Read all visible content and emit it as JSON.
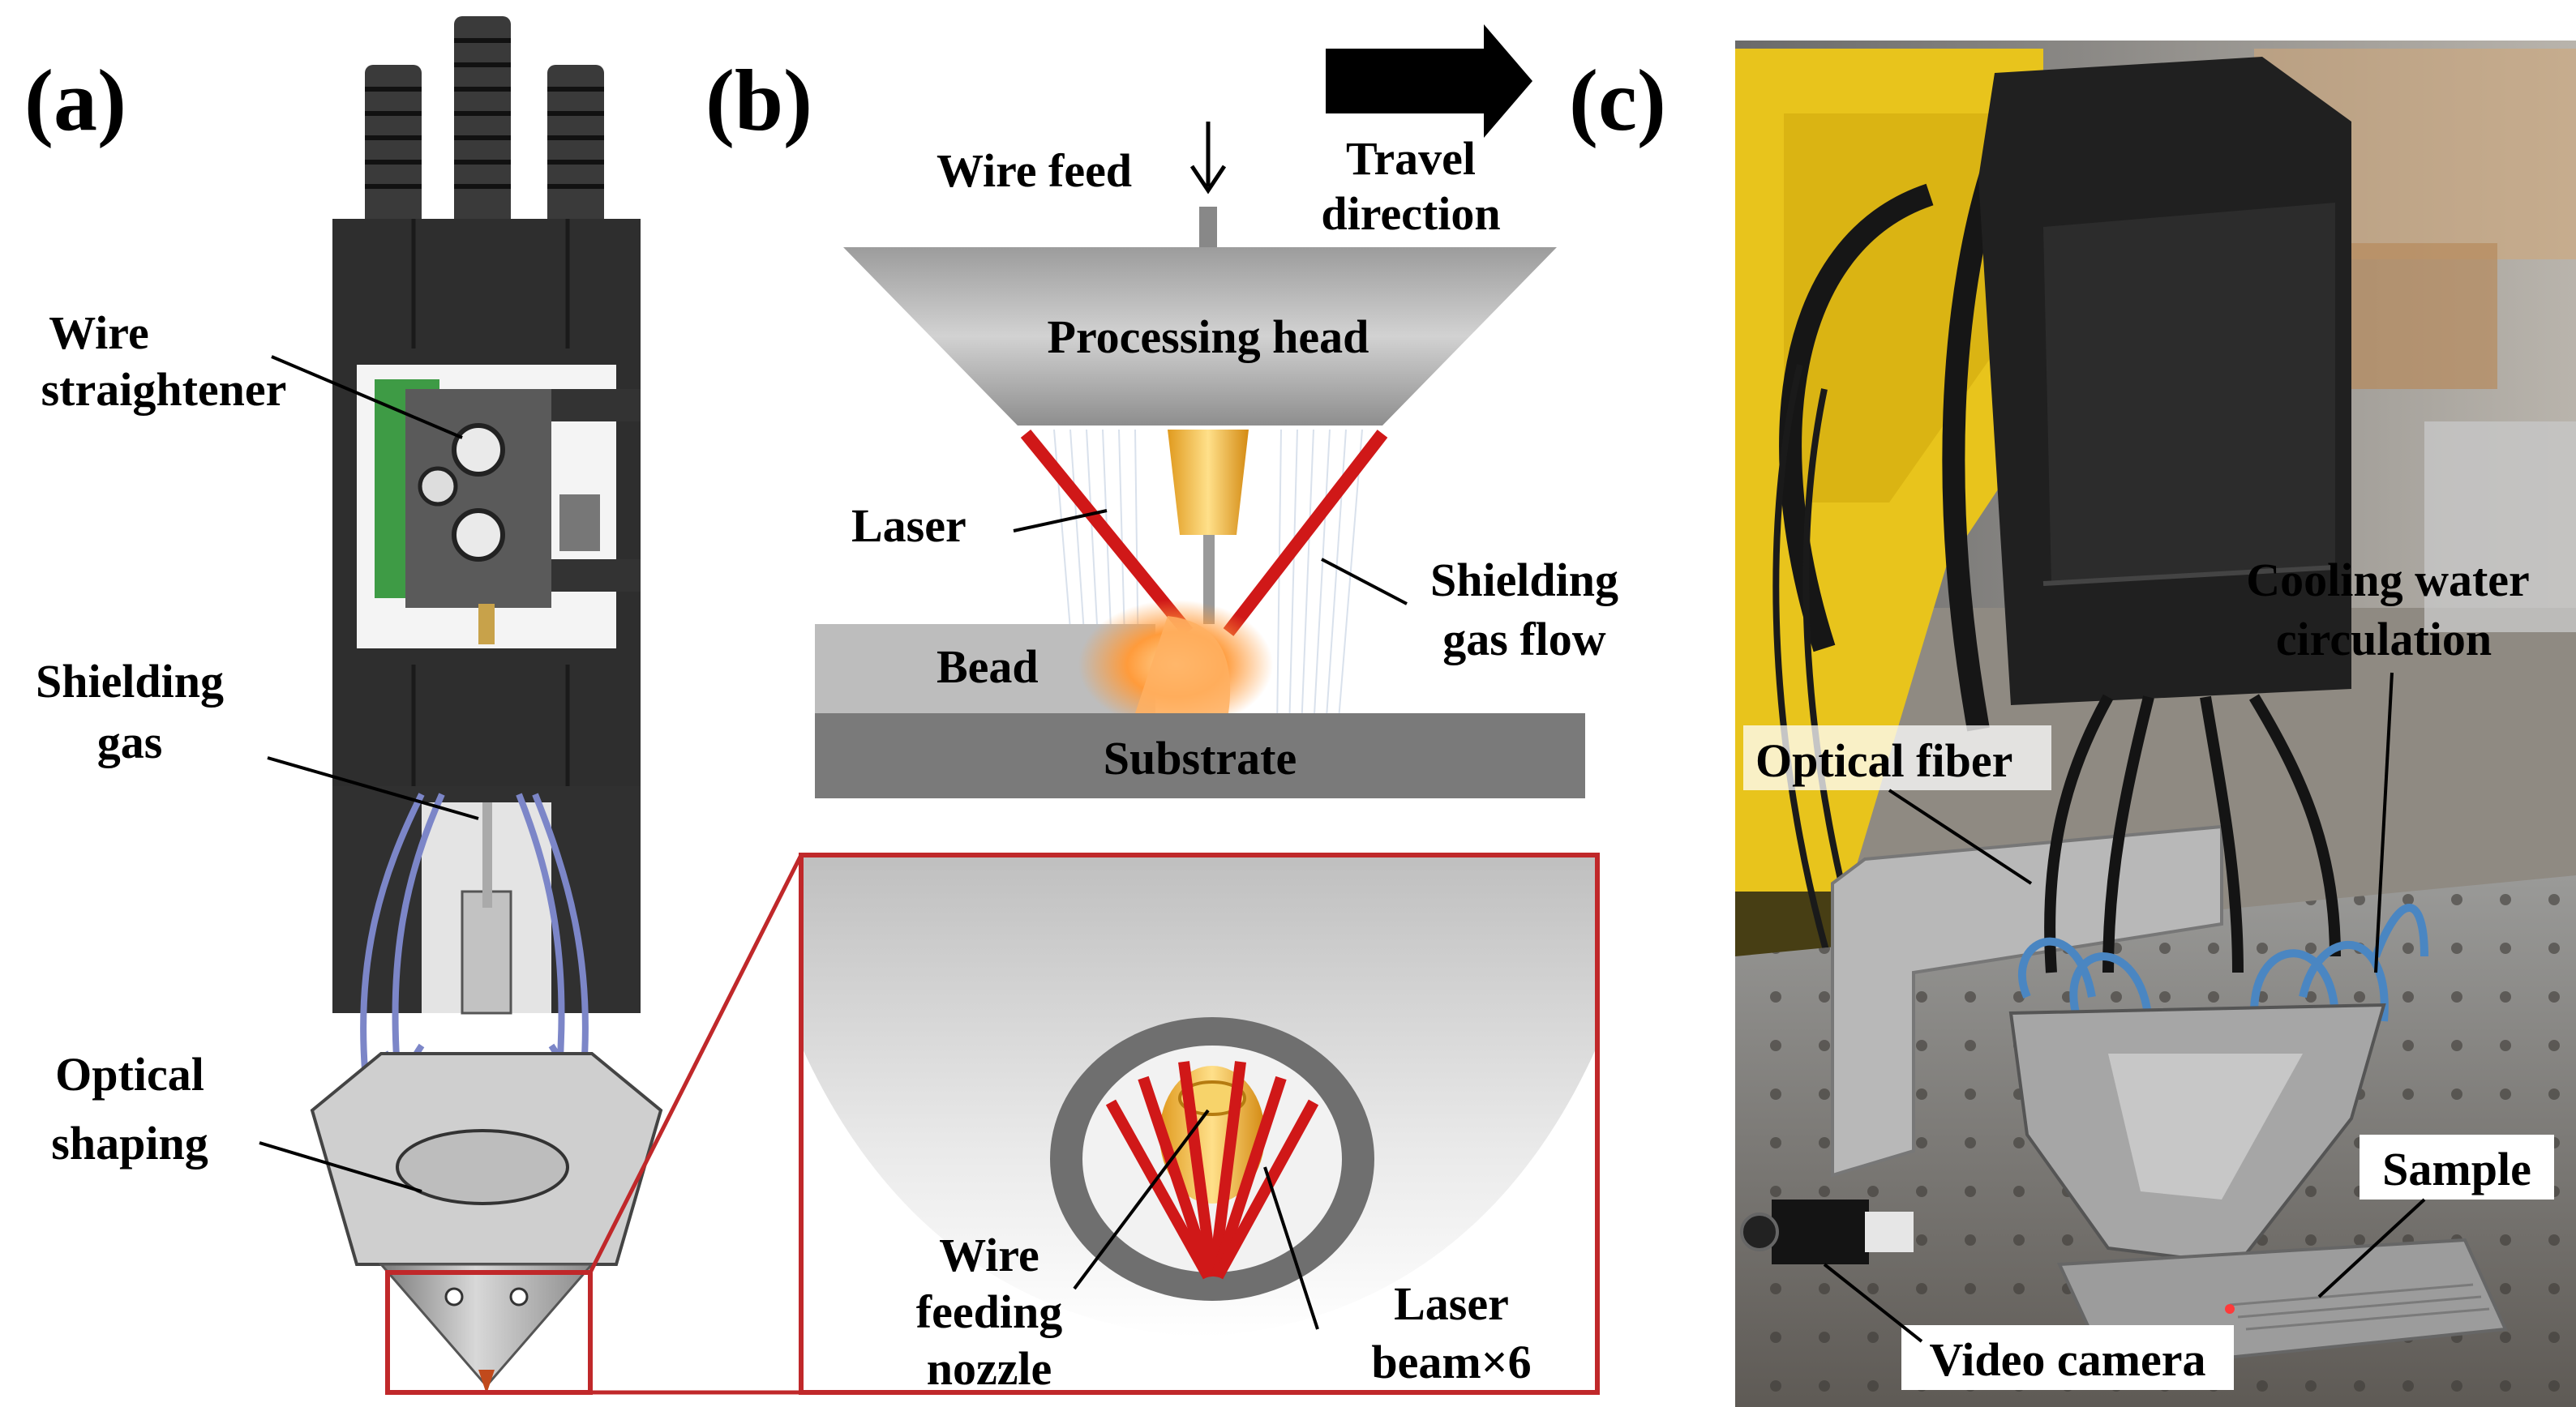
{
  "panels": {
    "a": {
      "label": "(a)",
      "callouts": {
        "wire_straightener": [
          "Wire",
          "straightener"
        ],
        "shielding_gas": [
          "Shielding",
          "gas"
        ],
        "optical_shaping": [
          "Optical",
          "shaping"
        ]
      }
    },
    "b": {
      "label": "(b)",
      "wire_feed": "Wire feed",
      "travel_direction": [
        "Travel",
        "direction"
      ],
      "processing_head": "Processing head",
      "laser": "Laser",
      "shielding_gas_flow": [
        "Shielding",
        "gas flow"
      ],
      "bead": "Bead",
      "substrate": "Substrate",
      "inset": {
        "wire_feeding_nozzle": [
          "Wire",
          "feeding",
          "nozzle"
        ],
        "laser_beam": [
          "Laser",
          "beam×6"
        ]
      }
    },
    "c": {
      "label": "(c)",
      "callouts": {
        "cooling_water": [
          "Cooling water",
          "circulation"
        ],
        "optical_fiber": "Optical fiber",
        "sample": "Sample",
        "video_camera": "Video camera"
      }
    }
  },
  "colors": {
    "laser_red": "#d01818",
    "inset_frame": "#c0282a",
    "head_gray": "#a9a9a9",
    "body_dark": "#2b2b2b",
    "wire_gold": "#f2b632",
    "tube_blue": "#7c86c8"
  }
}
